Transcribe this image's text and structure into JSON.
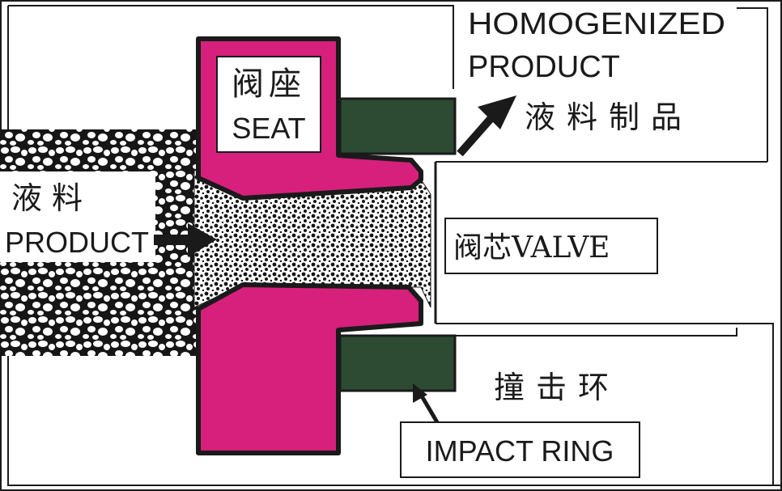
{
  "labels": {
    "seat_cn": "阀座",
    "seat_en": "SEAT",
    "homogenized_line1": "HOMOGENIZED",
    "homogenized_line2": "PRODUCT",
    "homogenized_cn": "液料制品",
    "product_cn": "液料",
    "product_en": "PRODUCT",
    "valve": "阀芯VALVE",
    "impact_ring_cn": "撞击环",
    "impact_ring_en": "IMPACT RING"
  },
  "colors": {
    "seat": "#d6207c",
    "impact_ring": "#2d4a33",
    "outline": "#1a1a1a",
    "background": "#ffffff"
  },
  "icons": {
    "inlet_arrow": "arrow-right-icon",
    "outlet_arrow": "arrow-up-right-icon",
    "ring_pointer": "arrow-up-left-icon"
  }
}
